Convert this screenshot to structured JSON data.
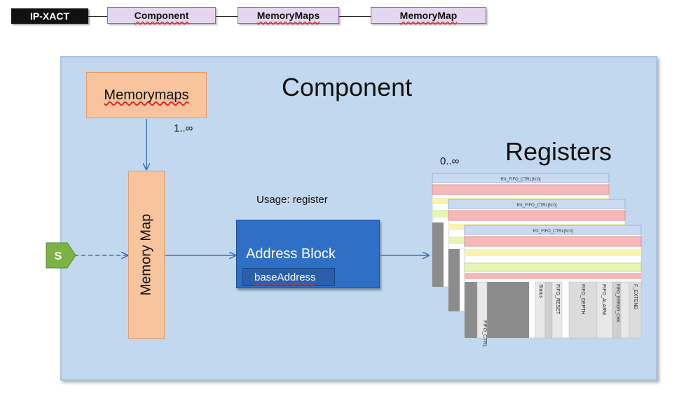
{
  "breadcrumb": [
    "IP-XACT",
    "Component",
    "MemoryMaps",
    "MemoryMap"
  ],
  "diagram": {
    "title": "Component",
    "memorymaps_label": "Memorymaps",
    "memorymaps_multiplicity": "1..∞",
    "memory_map_label": "Memory Map",
    "start_marker": "S",
    "usage_label": "Usage: register",
    "address_block_label": "Address Block",
    "base_address_label": "baseAddress",
    "registers_title": "Registers",
    "registers_multiplicity": "0..∞",
    "register_header": "RX_FIFO_CTRL[N:0]",
    "register_fields": [
      "FIFO_CTRL",
      "Status",
      "FIFO_RESET",
      "FIFO_DEPTH",
      "FIFO_ALARM",
      "FIFO_ERROR_CHK",
      "F_EXTEND"
    ]
  },
  "colors": {
    "component_fill": "#c2d8ee",
    "orange_fill": "#f8c49d",
    "blue_block": "#2f6fc6",
    "breadcrumb_fill": "#e4d6ef",
    "start_marker": "#7cb342"
  }
}
